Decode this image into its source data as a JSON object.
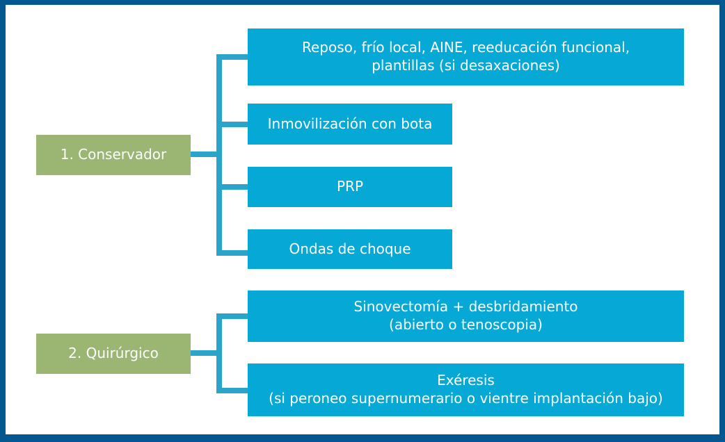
{
  "diagram": {
    "type": "treatment-algorithm-flowchart",
    "orientation": "left-to-right",
    "colors": {
      "frame": "#04588F",
      "category_box": "#9BB573",
      "option_box": "#06A9D6",
      "connector": "#2AA5C9",
      "text": "#FFFFFF",
      "background": "#FFFFFF"
    },
    "branches": [
      {
        "id": "conservador",
        "category_label": "1. Conservador",
        "options": [
          {
            "id": "reposo",
            "label": "Reposo, frío local, AINE, reeducación funcional,\nplantillas (si desaxaciones)"
          },
          {
            "id": "inmovilizacion",
            "label": "Inmovilización con bota"
          },
          {
            "id": "prp",
            "label": "PRP"
          },
          {
            "id": "ondas-choque",
            "label": "Ondas de choque"
          }
        ]
      },
      {
        "id": "quirurgico",
        "category_label": "2. Quirúrgico",
        "options": [
          {
            "id": "sinovectomia",
            "label": "Sinovectomía + desbridamiento\n(abierto o tenoscopia)"
          },
          {
            "id": "exeresis",
            "label": "Exéresis\n(si peroneo supernumerario o vientre implantación bajo)"
          }
        ]
      }
    ]
  }
}
